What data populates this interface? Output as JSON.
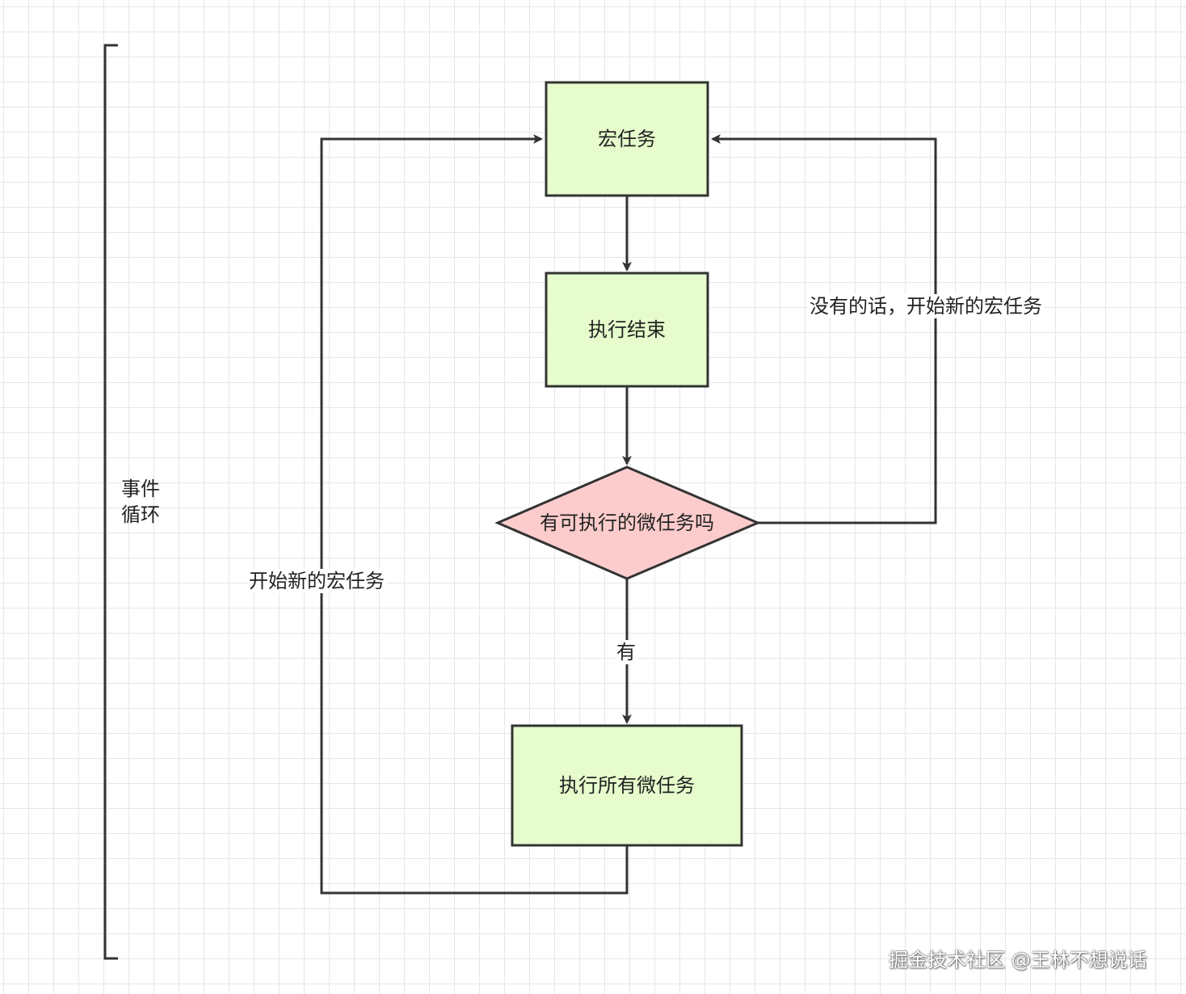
{
  "nodes": {
    "macro_task": "宏任务",
    "exec_end": "执行结束",
    "decision": "有可执行的微任务吗",
    "exec_all_micro": "执行所有微任务"
  },
  "edge_labels": {
    "yes": "有",
    "no_start_new": "没有的话，开始新的宏任务",
    "start_new": "开始新的宏任务"
  },
  "loop_label": "事件\n循环",
  "watermark": "掘金技术社区 @王林不想说话",
  "colors": {
    "process_fill": "#e6fccc",
    "decision_fill": "#fccccc",
    "stroke": "#333333",
    "grid": "#e6e6e6"
  }
}
